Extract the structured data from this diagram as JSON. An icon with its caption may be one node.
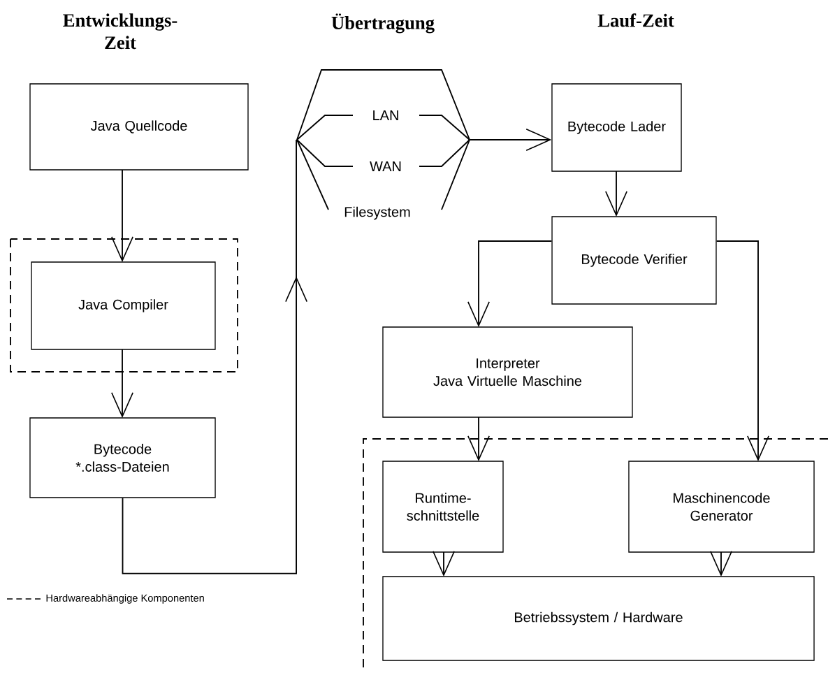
{
  "diagram": {
    "nodes": [
      {
        "text": [
          "Java Quellcode"
        ]
      },
      {
        "text": [
          "Java Compiler"
        ]
      },
      {
        "text": [
          "Bytecode *.class-Dateien"
        ]
      },
      {
        "text": [
          "LAN",
          "WAN",
          "Filesystem"
        ]
      },
      {
        "text": [
          "Bytecode Lader"
        ]
      },
      {
        "text": [
          "Bytecode Verifier"
        ]
      },
      {
        "text": [
          "Interpreter",
          "Java Virtuelle Maschine"
        ]
      },
      {
        "text": [
          "Runtime- schnittstelle"
        ]
      },
      {
        "text": [
          "Maschinencode Generator"
        ]
      },
      {
        "text": [
          "Betriebssystem / Hardware"
        ]
      }
    ],
    "edges": [
      {
        "from": 0,
        "to": 1,
        "arrow": "to"
      },
      {
        "from": 1,
        "to": 2,
        "arrow": "to"
      },
      {
        "from": 2,
        "to": 3,
        "arrow": "to"
      },
      {
        "from": 3,
        "to": 4,
        "arrow": "to"
      },
      {
        "from": 4,
        "to": 5,
        "arrow": "to"
      },
      {
        "from": 5,
        "to": 6,
        "arrow": "to"
      },
      {
        "from": 5,
        "to": 8,
        "arrow": "to"
      },
      {
        "from": 6,
        "to": 7,
        "arrow": "to"
      },
      {
        "from": 7,
        "to": 9,
        "arrow": "to"
      },
      {
        "from": 8,
        "to": 9,
        "arrow": "to"
      }
    ],
    "labels": [
      "Entwicklungs- Zeit",
      "Übertragung",
      "Lauf-Zeit"
    ],
    "legend": [
      {
        "text": "Hardwareabhängige Komponenten"
      }
    ]
  }
}
